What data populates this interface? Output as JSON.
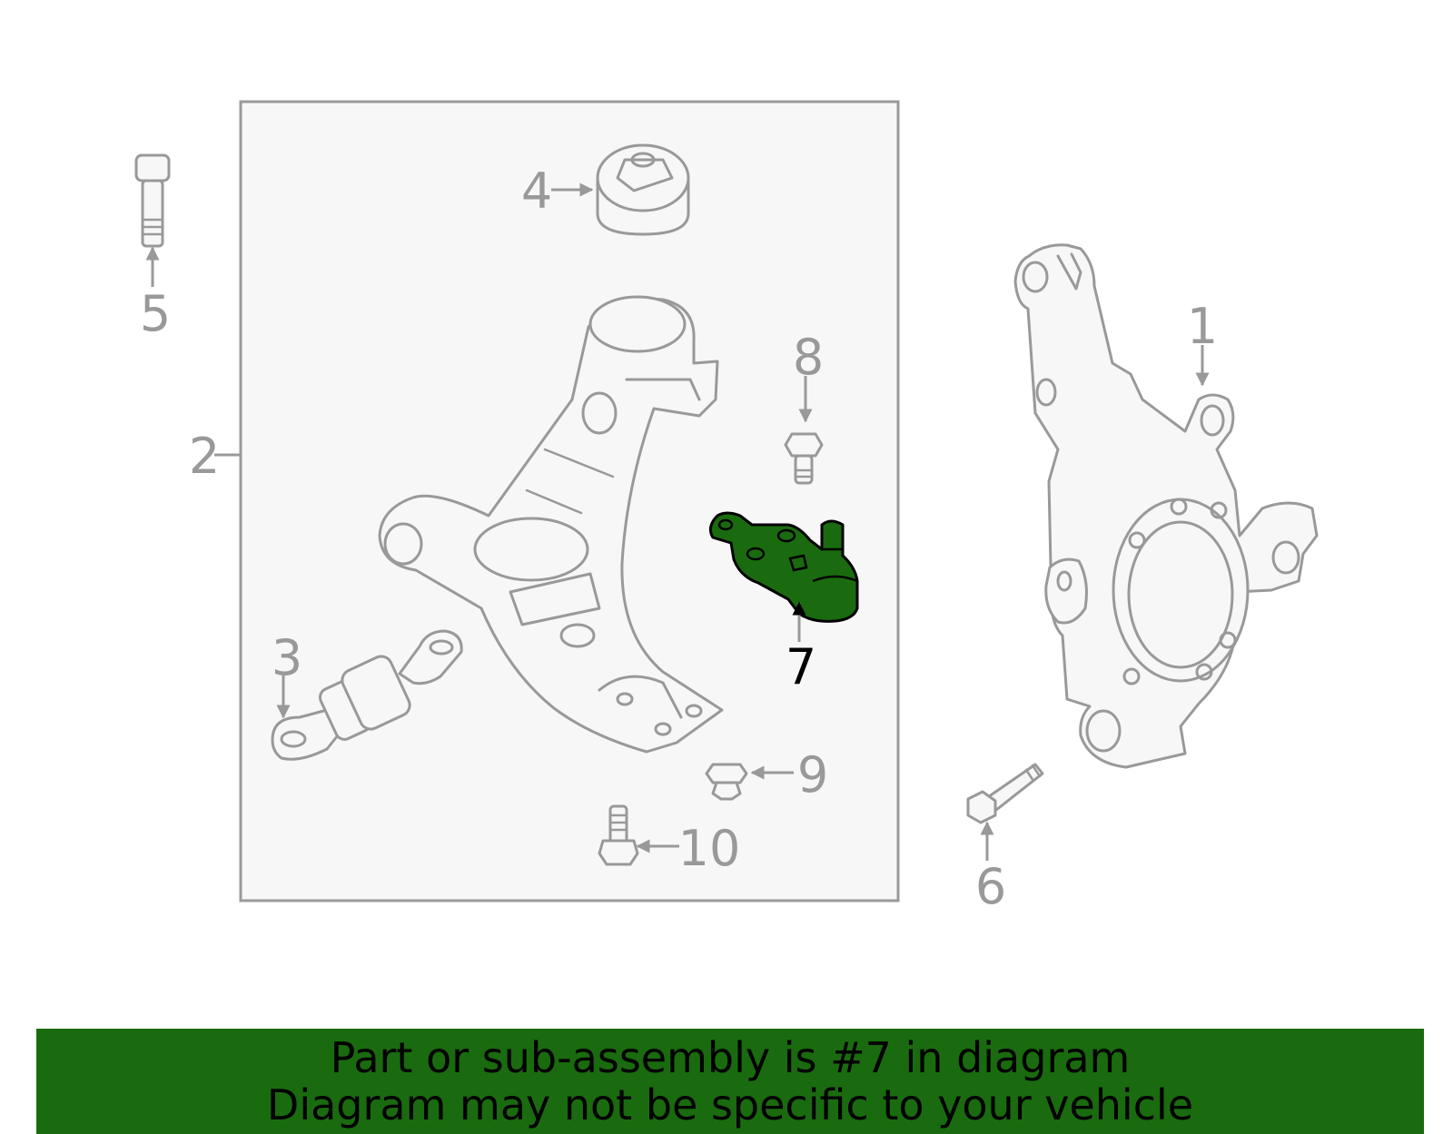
{
  "colors": {
    "part_stroke": "#999999",
    "label_gray": "#999999",
    "highlight_fill": "#1a6b0f",
    "highlight_label": "#000000",
    "box_fill": "#f7f7f7",
    "banner_bg": "#1a6b0f",
    "banner_text": "#000000"
  },
  "callouts": {
    "c1": "1",
    "c2": "2",
    "c3": "3",
    "c4": "4",
    "c5": "5",
    "c6": "6",
    "c7": "7",
    "c8": "8",
    "c9": "9",
    "c10": "10"
  },
  "highlighted_part": "7",
  "banner": {
    "line1": "Part or sub-assembly is #7 in diagram",
    "line2": "Diagram may not be specific to your vehicle"
  }
}
